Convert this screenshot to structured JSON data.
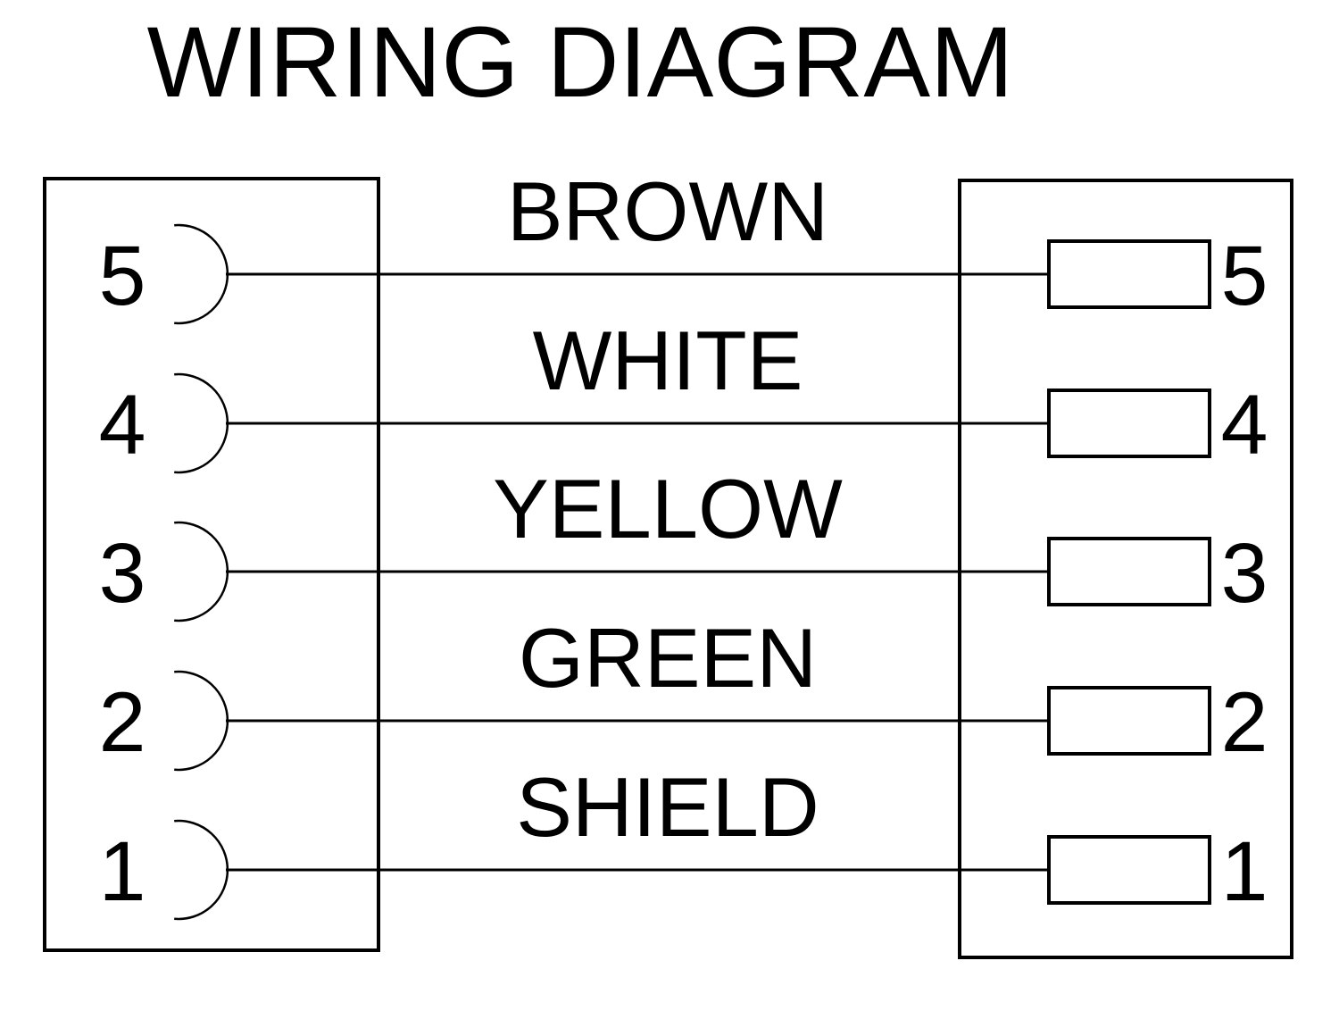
{
  "title": "WIRING DIAGRAM",
  "colors": {
    "line": "#000000",
    "background": "#ffffff"
  },
  "left_connector": {
    "pins": [
      "5",
      "4",
      "3",
      "2",
      "1"
    ]
  },
  "right_connector": {
    "pins": [
      "5",
      "4",
      "3",
      "2",
      "1"
    ]
  },
  "wires": [
    {
      "label": "BROWN",
      "left_pin": "5",
      "right_pin": "5"
    },
    {
      "label": "WHITE",
      "left_pin": "4",
      "right_pin": "4"
    },
    {
      "label": "YELLOW",
      "left_pin": "3",
      "right_pin": "3"
    },
    {
      "label": "GREEN",
      "left_pin": "2",
      "right_pin": "2"
    },
    {
      "label": "SHIELD",
      "left_pin": "1",
      "right_pin": "1"
    }
  ]
}
